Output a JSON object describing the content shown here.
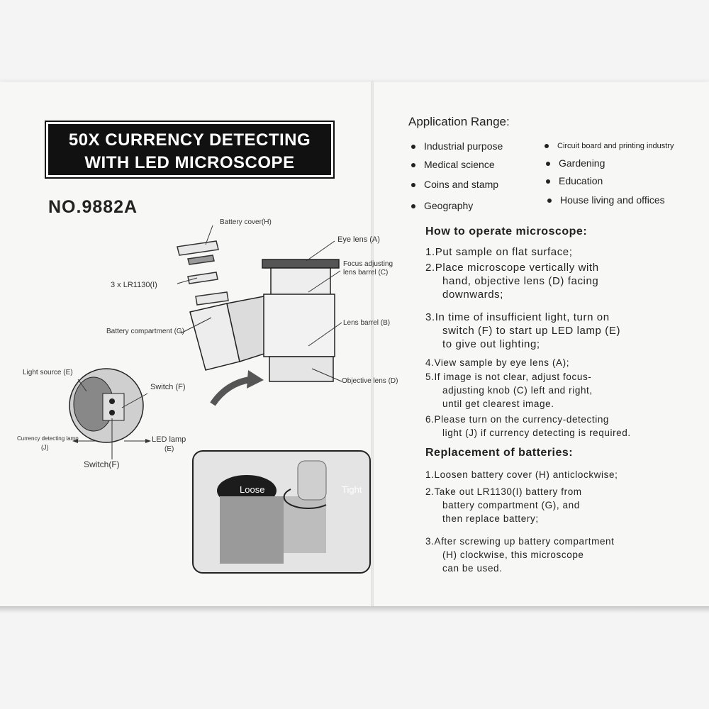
{
  "left": {
    "title_line1": "50X CURRENCY DETECTING",
    "title_line2": "WITH LED MICROSCOPE",
    "model": "NO.9882A",
    "labels": {
      "battery_cover": "Battery cover(H)",
      "eye_lens": "Eye lens (A)",
      "focus_1": "Focus adjusting",
      "focus_2": "lens barrel (C)",
      "battery_type": "3 x LR1130(I)",
      "lens_barrel": "Lens barrel (B)",
      "battery_compartment": "Battery compartment (G)",
      "objective_lens": "Objective lens (D)",
      "light_source": "Light source (E)",
      "switch_top": "Switch (F)",
      "currency_lamp_1": "Currency detecting lamp",
      "currency_lamp_2": "(J)",
      "led_lamp_1": "LED lamp",
      "led_lamp_2": "(E)",
      "switch_bottom": "Switch(F)",
      "loose": "Loose",
      "tight": "Tight"
    }
  },
  "right": {
    "app_title": "Application Range:",
    "app_items": [
      "Industrial purpose",
      "Circuit board and printing industry",
      "Medical science",
      "Gardening",
      "Coins and stamp",
      "Education",
      "Geography",
      "House living and offices"
    ],
    "operate_title": "How to operate microscope:",
    "operate_steps": [
      [
        "1.Put sample on flat surface;"
      ],
      [
        "2.Place microscope vertically with",
        "hand, objective lens (D) facing",
        "downwards;"
      ],
      [
        "3.In time of insufficient light, turn on",
        "switch (F) to start up LED lamp (E)",
        "to give out lighting;"
      ],
      [
        "4.View sample by eye lens (A);"
      ],
      [
        "5.If image is not clear, adjust focus-",
        "adjusting knob (C) left and right,",
        "until get clearest image."
      ],
      [
        "6.Please turn on the currency-detecting",
        "light (J) if currency detecting is required."
      ]
    ],
    "battery_title": "Replacement of batteries:",
    "battery_steps": [
      [
        "1.Loosen battery cover (H) anticlockwise;"
      ],
      [
        "2.Take out  LR1130(I) battery from",
        "battery compartment (G), and",
        "then replace battery;"
      ],
      [
        "3.After screwing up battery compartment",
        "(H) clockwise, this microscope",
        "can be used."
      ]
    ]
  }
}
